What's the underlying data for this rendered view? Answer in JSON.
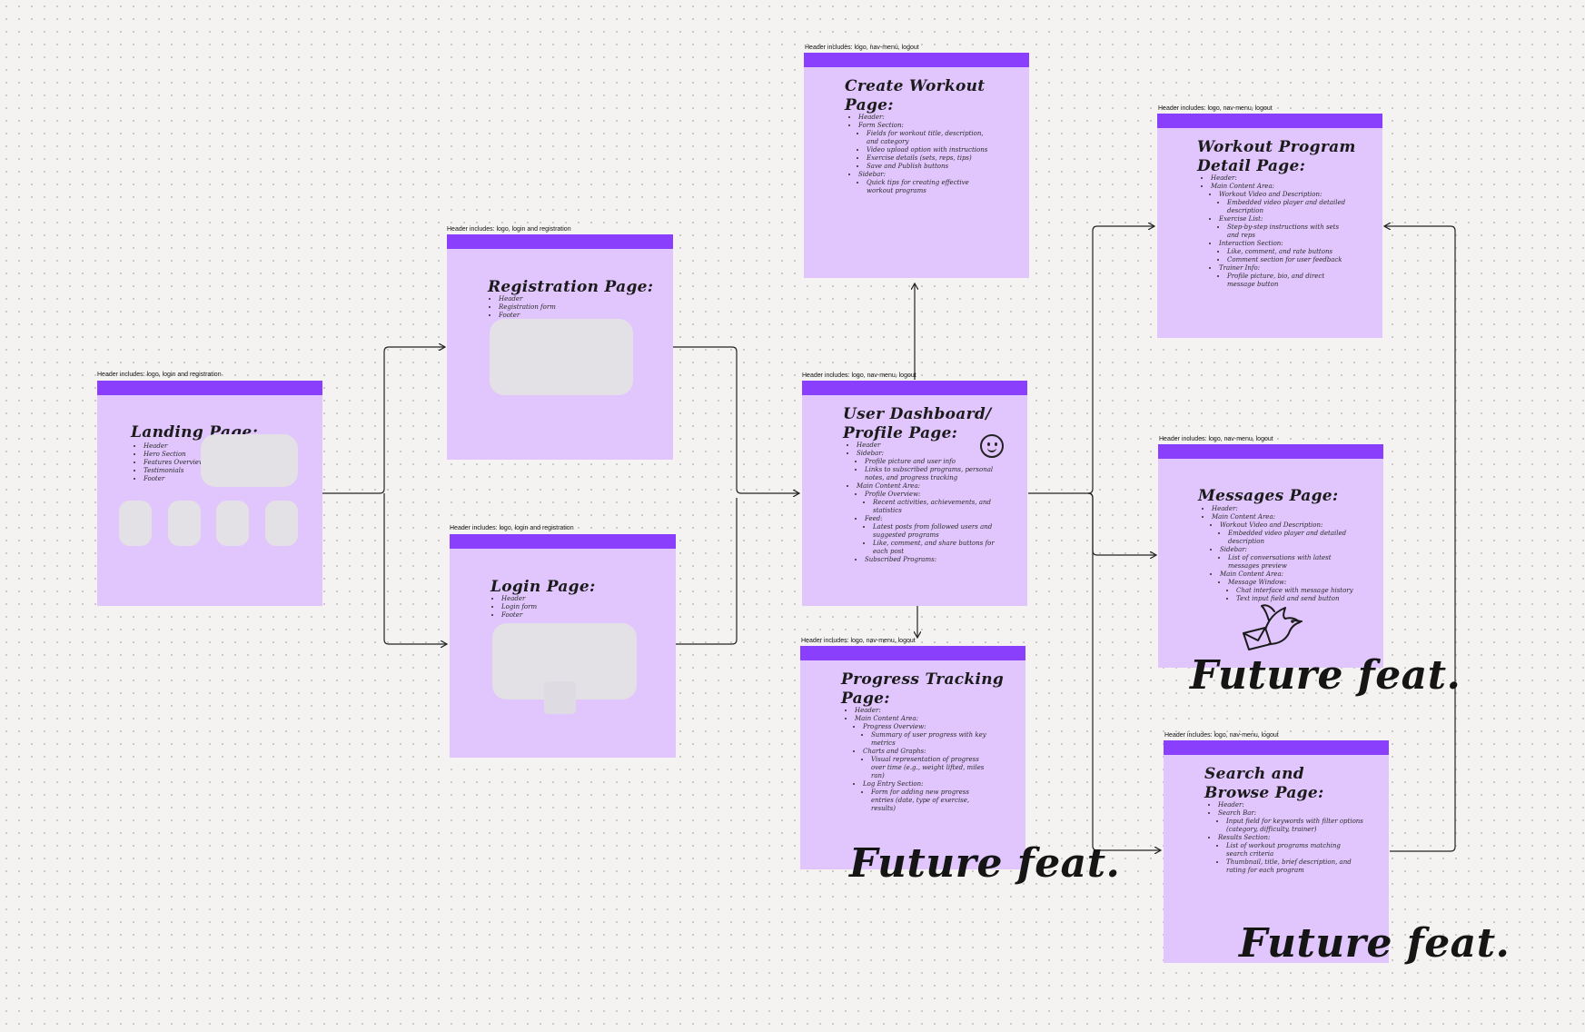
{
  "colors": {
    "frame_fill": "#e0c6fc",
    "frame_header": "#8a3ffc",
    "placeholder": "#e4e1e6",
    "connector": "#222222"
  },
  "frames": {
    "landing": {
      "caption": "Header includes: logo, login and registration",
      "title": "Landing Page:",
      "items": [
        "Header",
        "Hero Section",
        "Features Overview",
        "Testimonials",
        "Footer"
      ]
    },
    "registration": {
      "caption": "Header includes: logo, login and registration",
      "title": "Registration Page:",
      "items": [
        "Header",
        "Registration form",
        "Footer"
      ]
    },
    "login": {
      "caption": "Header includes: logo, login and registration",
      "title": "Login Page:",
      "items": [
        "Header",
        "Login form",
        "Footer"
      ]
    },
    "create_workout": {
      "caption": "Header includes: logo, nav-menu, logout",
      "title": "Create Workout\nPage:",
      "item1": "Header:",
      "item2": "Form Section:",
      "item2_sub": [
        "Fields for workout title, description, and category",
        "Video upload option with instructions",
        "Exercise details (sets, reps, tips)",
        "Save and Publish buttons"
      ],
      "item3": "Sidebar:",
      "item3_sub": [
        "Quick tips for creating effective workout programs"
      ]
    },
    "dashboard": {
      "caption": "Header includes: logo, nav-menu, logout",
      "title": "User Dashboard/\nProfile Page:",
      "item1": "Header",
      "item2": "Sidebar:",
      "item2_sub": [
        "Profile picture and user info",
        "Links to subscribed programs, personal notes, and progress tracking"
      ],
      "item3": "Main Content Area:",
      "item3_a": "Profile Overview:",
      "item3_a_sub": [
        "Recent activities, achievements, and statistics"
      ],
      "item3_b": "Feed:",
      "item3_b_sub": [
        "Latest posts from followed users and suggested programs",
        "Like, comment, and share buttons for each post"
      ],
      "item3_c": "Subscribed Programs:"
    },
    "progress": {
      "caption": "Header includes: logo, nav-menu, logout",
      "title": "Progress Tracking\nPage:",
      "item1": "Header:",
      "item2": "Main Content Area:",
      "item2_a": "Progress Overview:",
      "item2_a_sub": [
        "Summary of user progress with key metrics"
      ],
      "item2_b": "Charts and Graphs:",
      "item2_b_sub": [
        "Visual representation of progress over time (e.g., weight lifted, miles ran)"
      ],
      "item2_c": "Log Entry Section:",
      "item2_c_sub": [
        "Form for adding new progress entries (date, type of exercise, results)"
      ],
      "future": "Future feat."
    },
    "workout_detail": {
      "caption": "Header includes: logo, nav-menu, logout",
      "title": "Workout Program\nDetail Page:",
      "item1": "Header:",
      "item2": "Main Content Area:",
      "item2_a": "Workout Video and Description:",
      "item2_a_sub": [
        "Embedded video player and detailed description"
      ],
      "item2_b": "Exercise List:",
      "item2_b_sub": [
        "Step-by-step instructions with sets and reps"
      ],
      "item2_c": "Interaction Section:",
      "item2_c_sub": [
        "Like, comment, and rate buttons",
        "Comment section for user feedback"
      ],
      "item2_d": "Trainer Info:",
      "item2_d_sub": [
        "Profile picture, bio, and direct message button"
      ]
    },
    "messages": {
      "caption": "Header includes: logo, nav-menu, logout",
      "title": "Messages Page:",
      "item1": "Header:",
      "item2": "Main Content Area:",
      "item2_a": "Workout Video and Description:",
      "item2_a_sub": [
        "Embedded video player and detailed description"
      ],
      "item2_b": "Sidebar:",
      "item2_b_sub": [
        "List of conversations with latest messages preview"
      ],
      "item2_c": "Main Content Area:",
      "item2_c_d": "Message Window:",
      "item2_c_d_sub": [
        "Chat interface with message history",
        "Text input field and send button"
      ],
      "future": "Future feat."
    },
    "search": {
      "caption": "Header includes: logo, nav-menu, logout",
      "title": "Search and\nBrowse Page:",
      "item1": "Header:",
      "item2": "Search Bar:",
      "item2_sub": [
        "Input field for keywords with filter options (category, difficulty, trainer)"
      ],
      "item3": "Results Section:",
      "item3_sub": [
        "List of workout programs matching search criteria",
        "Thumbnail, title, brief description, and rating for each program"
      ],
      "future": "Future feat."
    }
  }
}
